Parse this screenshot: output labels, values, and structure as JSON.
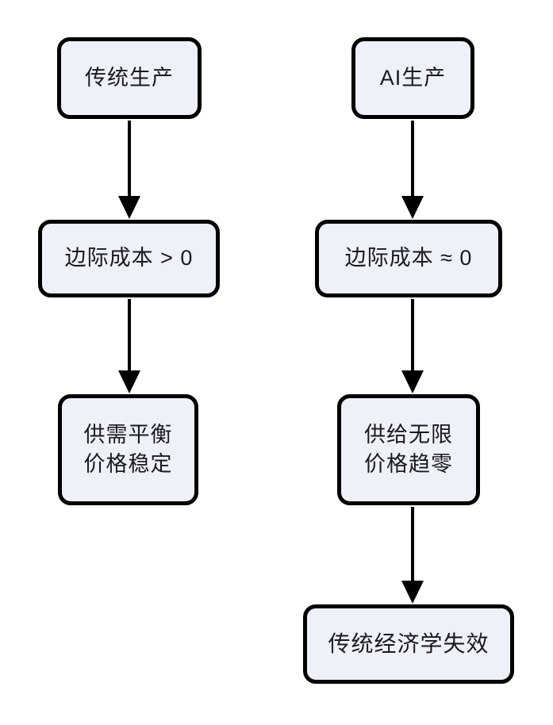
{
  "diagram": {
    "background_color": "#ffffff",
    "node_fill_color": "#eef0fa",
    "node_border_color": "#000000",
    "text_color": "#1a1a22",
    "arrow_color": "#000000",
    "nodes": [
      {
        "id": "trad-prod",
        "lines": [
          "传统生产"
        ]
      },
      {
        "id": "ai-prod",
        "lines": [
          "AI生产"
        ]
      },
      {
        "id": "mc-positive",
        "lines": [
          "边际成本 > 0"
        ]
      },
      {
        "id": "mc-zero",
        "lines": [
          "边际成本 ≈ 0"
        ]
      },
      {
        "id": "balance",
        "lines": [
          "供需平衡",
          "价格稳定"
        ]
      },
      {
        "id": "infinite",
        "lines": [
          "供给无限",
          "价格趋零"
        ]
      },
      {
        "id": "econ-fail",
        "lines": [
          "传统经济学失效"
        ]
      }
    ],
    "edges": [
      {
        "id": "trad-to-mc",
        "from": "trad-prod",
        "to": "mc-positive",
        "label": ""
      },
      {
        "id": "ai-to-mc",
        "from": "ai-prod",
        "to": "mc-zero",
        "label": ""
      },
      {
        "id": "mc-to-balance",
        "from": "mc-positive",
        "to": "balance",
        "label": ""
      },
      {
        "id": "mc-to-infinite",
        "from": "mc-zero",
        "to": "infinite",
        "label": ""
      },
      {
        "id": "infinite-to-fail",
        "from": "infinite",
        "to": "econ-fail",
        "label": ""
      }
    ]
  }
}
